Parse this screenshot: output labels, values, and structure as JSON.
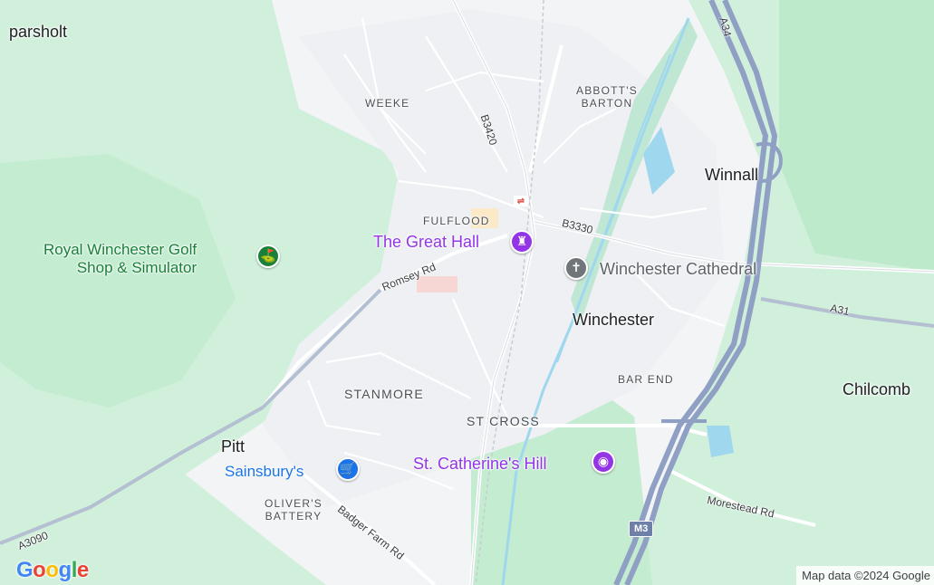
{
  "map": {
    "colors": {
      "land": "#f2f4f5",
      "park": "#d1f0dc",
      "woods": "#bdeaca",
      "water": "#9fd8ee",
      "motorway": "#8fa0c4",
      "main_road": "#ffffff",
      "minor_road": "#e3e6ea"
    },
    "towns": [
      {
        "id": "sparsholt",
        "label": "parsholt"
      },
      {
        "id": "winnall",
        "label": "Winnall"
      },
      {
        "id": "winchester",
        "label": "Winchester"
      },
      {
        "id": "chilcomb",
        "label": "Chilcomb"
      },
      {
        "id": "pitt",
        "label": "Pitt"
      }
    ],
    "districts": [
      {
        "id": "weeke",
        "label": "WEEKE"
      },
      {
        "id": "abbotts-barton",
        "label": "ABBOTT'S\nBARTON"
      },
      {
        "id": "fulflood",
        "label": "FULFLOOD"
      },
      {
        "id": "stanmore",
        "label": "STANMORE"
      },
      {
        "id": "st-cross",
        "label": "ST CROSS"
      },
      {
        "id": "bar-end",
        "label": "BAR END"
      },
      {
        "id": "olivers-battery",
        "label": "OLIVER'S\nBATTERY"
      }
    ],
    "roads": [
      {
        "id": "b3420",
        "label": "B3420"
      },
      {
        "id": "b3330",
        "label": "B3330"
      },
      {
        "id": "romsey-rd",
        "label": "Romsey Rd"
      },
      {
        "id": "a31",
        "label": "A31"
      },
      {
        "id": "a34",
        "label": "A34"
      },
      {
        "id": "a3090",
        "label": "A3090"
      },
      {
        "id": "badger-farm-rd",
        "label": "Badger Farm Rd"
      },
      {
        "id": "morestead-rd",
        "label": "Morestead Rd"
      }
    ],
    "shields": [
      {
        "id": "m3",
        "label": "M3"
      }
    ],
    "pois": [
      {
        "id": "golf",
        "label": "Royal Winchester Golf\nShop & Simulator",
        "icon": "golf-icon",
        "color": "#188038"
      },
      {
        "id": "great-hall",
        "label": "The Great Hall",
        "icon": "castle-icon",
        "color": "#9334e6"
      },
      {
        "id": "cathedral",
        "label": "Winchester Cathedral",
        "icon": "church-cross-icon",
        "color": "#5f6368"
      },
      {
        "id": "sainsburys",
        "label": "Sainsbury's",
        "icon": "shopping-cart-icon",
        "color": "#1a73e8"
      },
      {
        "id": "st-catherines",
        "label": "St. Catherine's Hill",
        "icon": "camera-icon",
        "color": "#9334e6"
      }
    ],
    "stations": [
      {
        "id": "winchester-station",
        "icon": "rail-station-icon",
        "glyph": "⇌"
      }
    ]
  },
  "branding": {
    "logo_letters": [
      {
        "ch": "G",
        "color": "#4285f4"
      },
      {
        "ch": "o",
        "color": "#ea4335"
      },
      {
        "ch": "o",
        "color": "#fbbc05"
      },
      {
        "ch": "g",
        "color": "#4285f4"
      },
      {
        "ch": "l",
        "color": "#34a853"
      },
      {
        "ch": "e",
        "color": "#ea4335"
      }
    ],
    "attribution": "Map data ©2024 Google"
  }
}
